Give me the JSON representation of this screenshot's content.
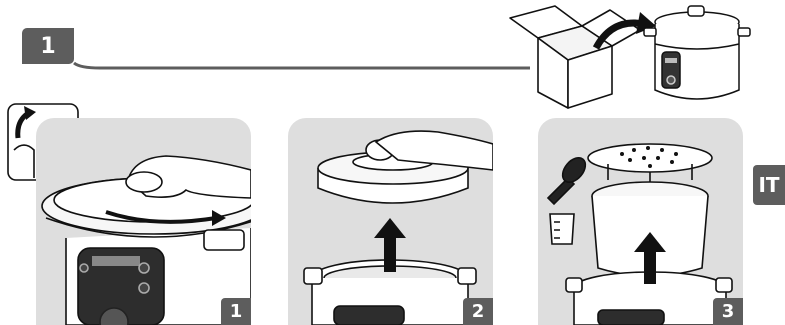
{
  "section": {
    "number": "1"
  },
  "language": {
    "code": "IT"
  },
  "steps": [
    {
      "number": "1"
    },
    {
      "number": "2"
    },
    {
      "number": "3"
    }
  ],
  "colors": {
    "badge": "#5d5d5d",
    "panel": "#dedede",
    "line": "#111111"
  }
}
